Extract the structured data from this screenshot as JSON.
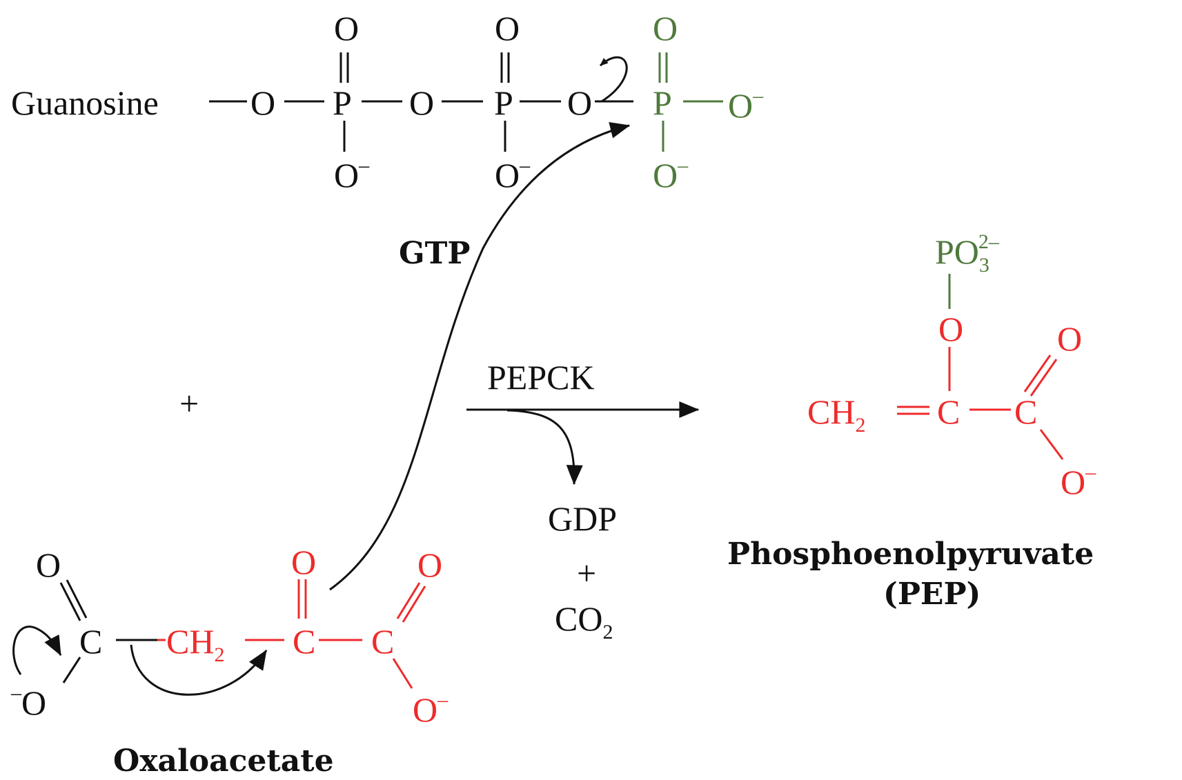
{
  "colors": {
    "black": "#111111",
    "red": "#ee2b2b",
    "green": "#4f7a3c"
  },
  "gtp": {
    "name": "GTP",
    "guanosine": "Guanosine",
    "o": "O",
    "p": "P",
    "minus": "–"
  },
  "oxaloacetate": {
    "name": "Oxaloacetate",
    "c": "C",
    "o": "O",
    "ch2": "CH",
    "sub2": "2",
    "minus": "–"
  },
  "reaction": {
    "plus": "+",
    "enzyme": "PEPCK",
    "gdp": "GDP",
    "co2": "CO",
    "sub2": "2"
  },
  "pep": {
    "name": "Phosphoenolpyruvate",
    "abbr": "(PEP)",
    "po3": "PO",
    "sub3": "3",
    "sup": "2–",
    "ch2": "CH",
    "sub2": "2",
    "c": "C",
    "o": "O",
    "minus": "–"
  }
}
